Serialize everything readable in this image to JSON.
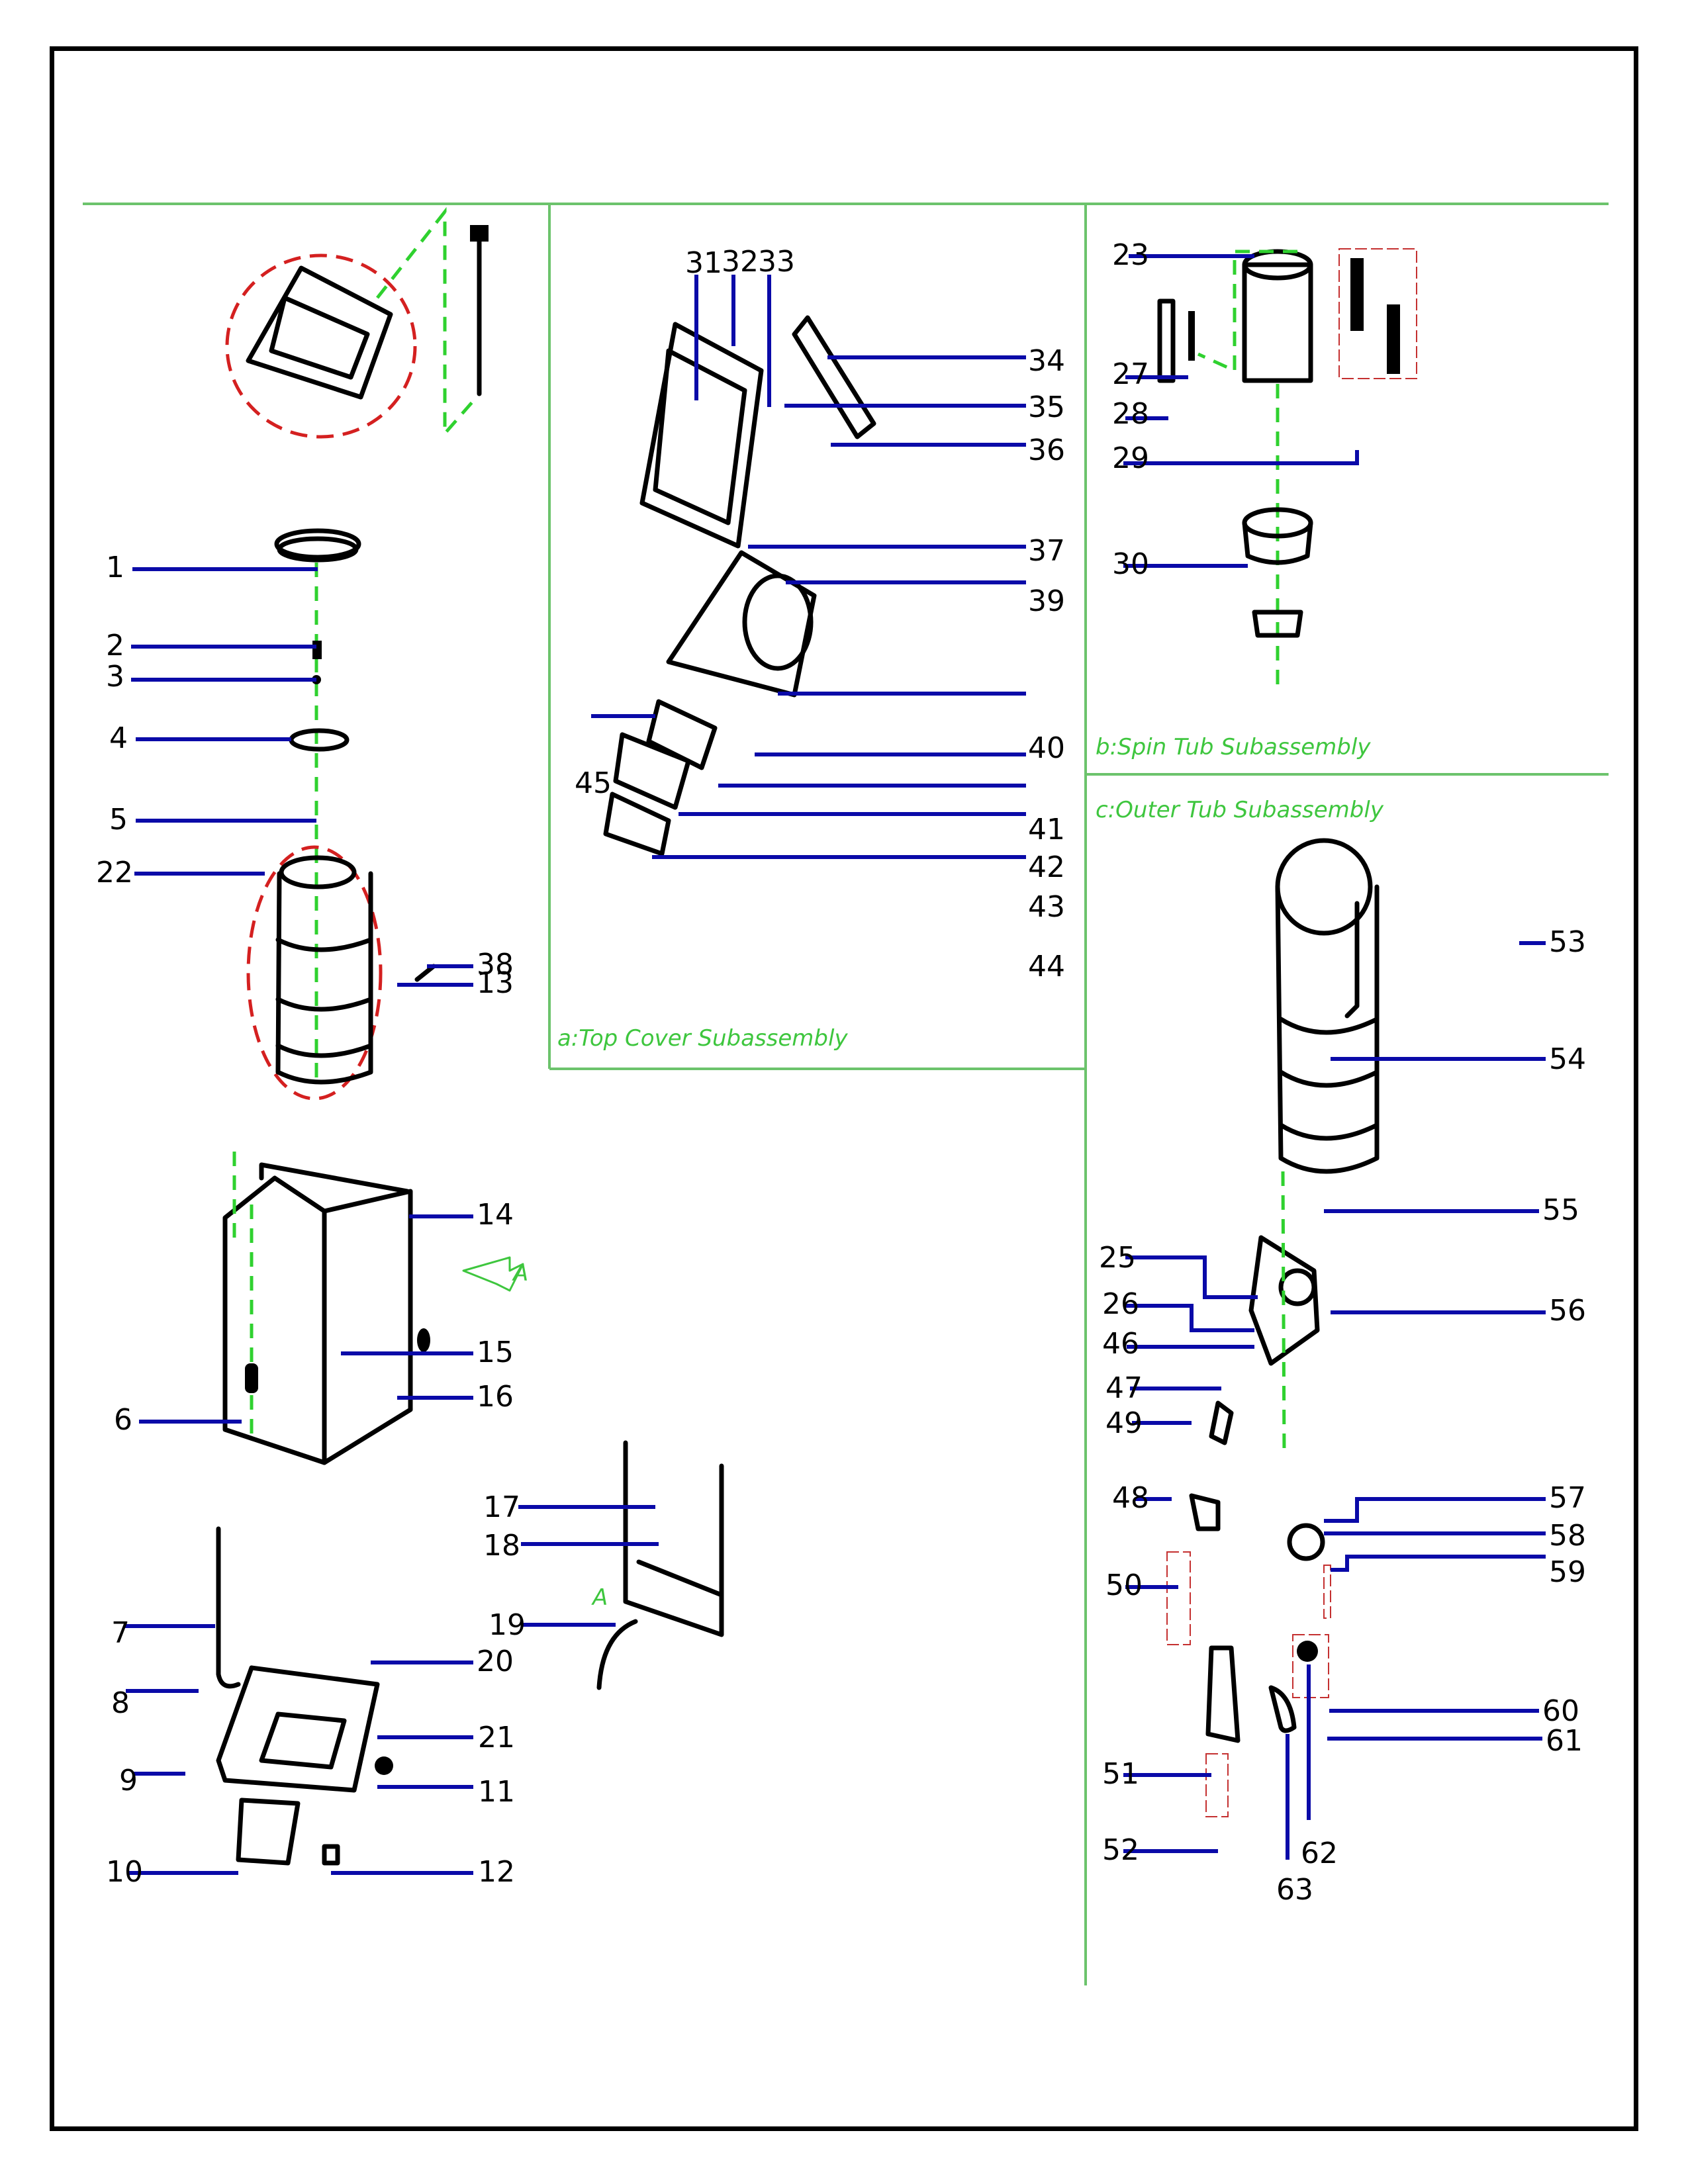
{
  "document": {
    "type": "exploded-parts-diagram",
    "subject": "top-load washing machine"
  },
  "panels": [
    {
      "id": "a",
      "title": "a:Top Cover Subassembly"
    },
    {
      "id": "b",
      "title": "b:Spin Tub Subassembly"
    },
    {
      "id": "c",
      "title": "c:Outer Tub Subassembly"
    }
  ],
  "section_markers": {
    "view_arrow": "A",
    "detail_marker": "A"
  },
  "callouts": {
    "main": [
      "1",
      "2",
      "3",
      "4",
      "5",
      "22",
      "38",
      "13",
      "14",
      "15",
      "6",
      "16",
      "17",
      "18",
      "19",
      "7",
      "20",
      "8",
      "21",
      "9",
      "11",
      "10",
      "12"
    ],
    "top_cover": [
      "31",
      "32",
      "33",
      "34",
      "35",
      "36",
      "37",
      "39",
      "40",
      "45",
      "41",
      "42",
      "43",
      "44"
    ],
    "spin_tub": [
      "23",
      "27",
      "28",
      "29",
      "30"
    ],
    "outer_tub": [
      "53",
      "54",
      "55",
      "25",
      "56",
      "26",
      "46",
      "47",
      "49",
      "48",
      "57",
      "58",
      "59",
      "50",
      "60",
      "61",
      "51",
      "62",
      "52",
      "63"
    ]
  },
  "colors": {
    "leader_line": "#0a0aa8",
    "explode_axis": "#2fd12f",
    "panel_divider": "#6cc36c",
    "detail_circle": "#d42020",
    "panel_title": "#3ec63e"
  }
}
